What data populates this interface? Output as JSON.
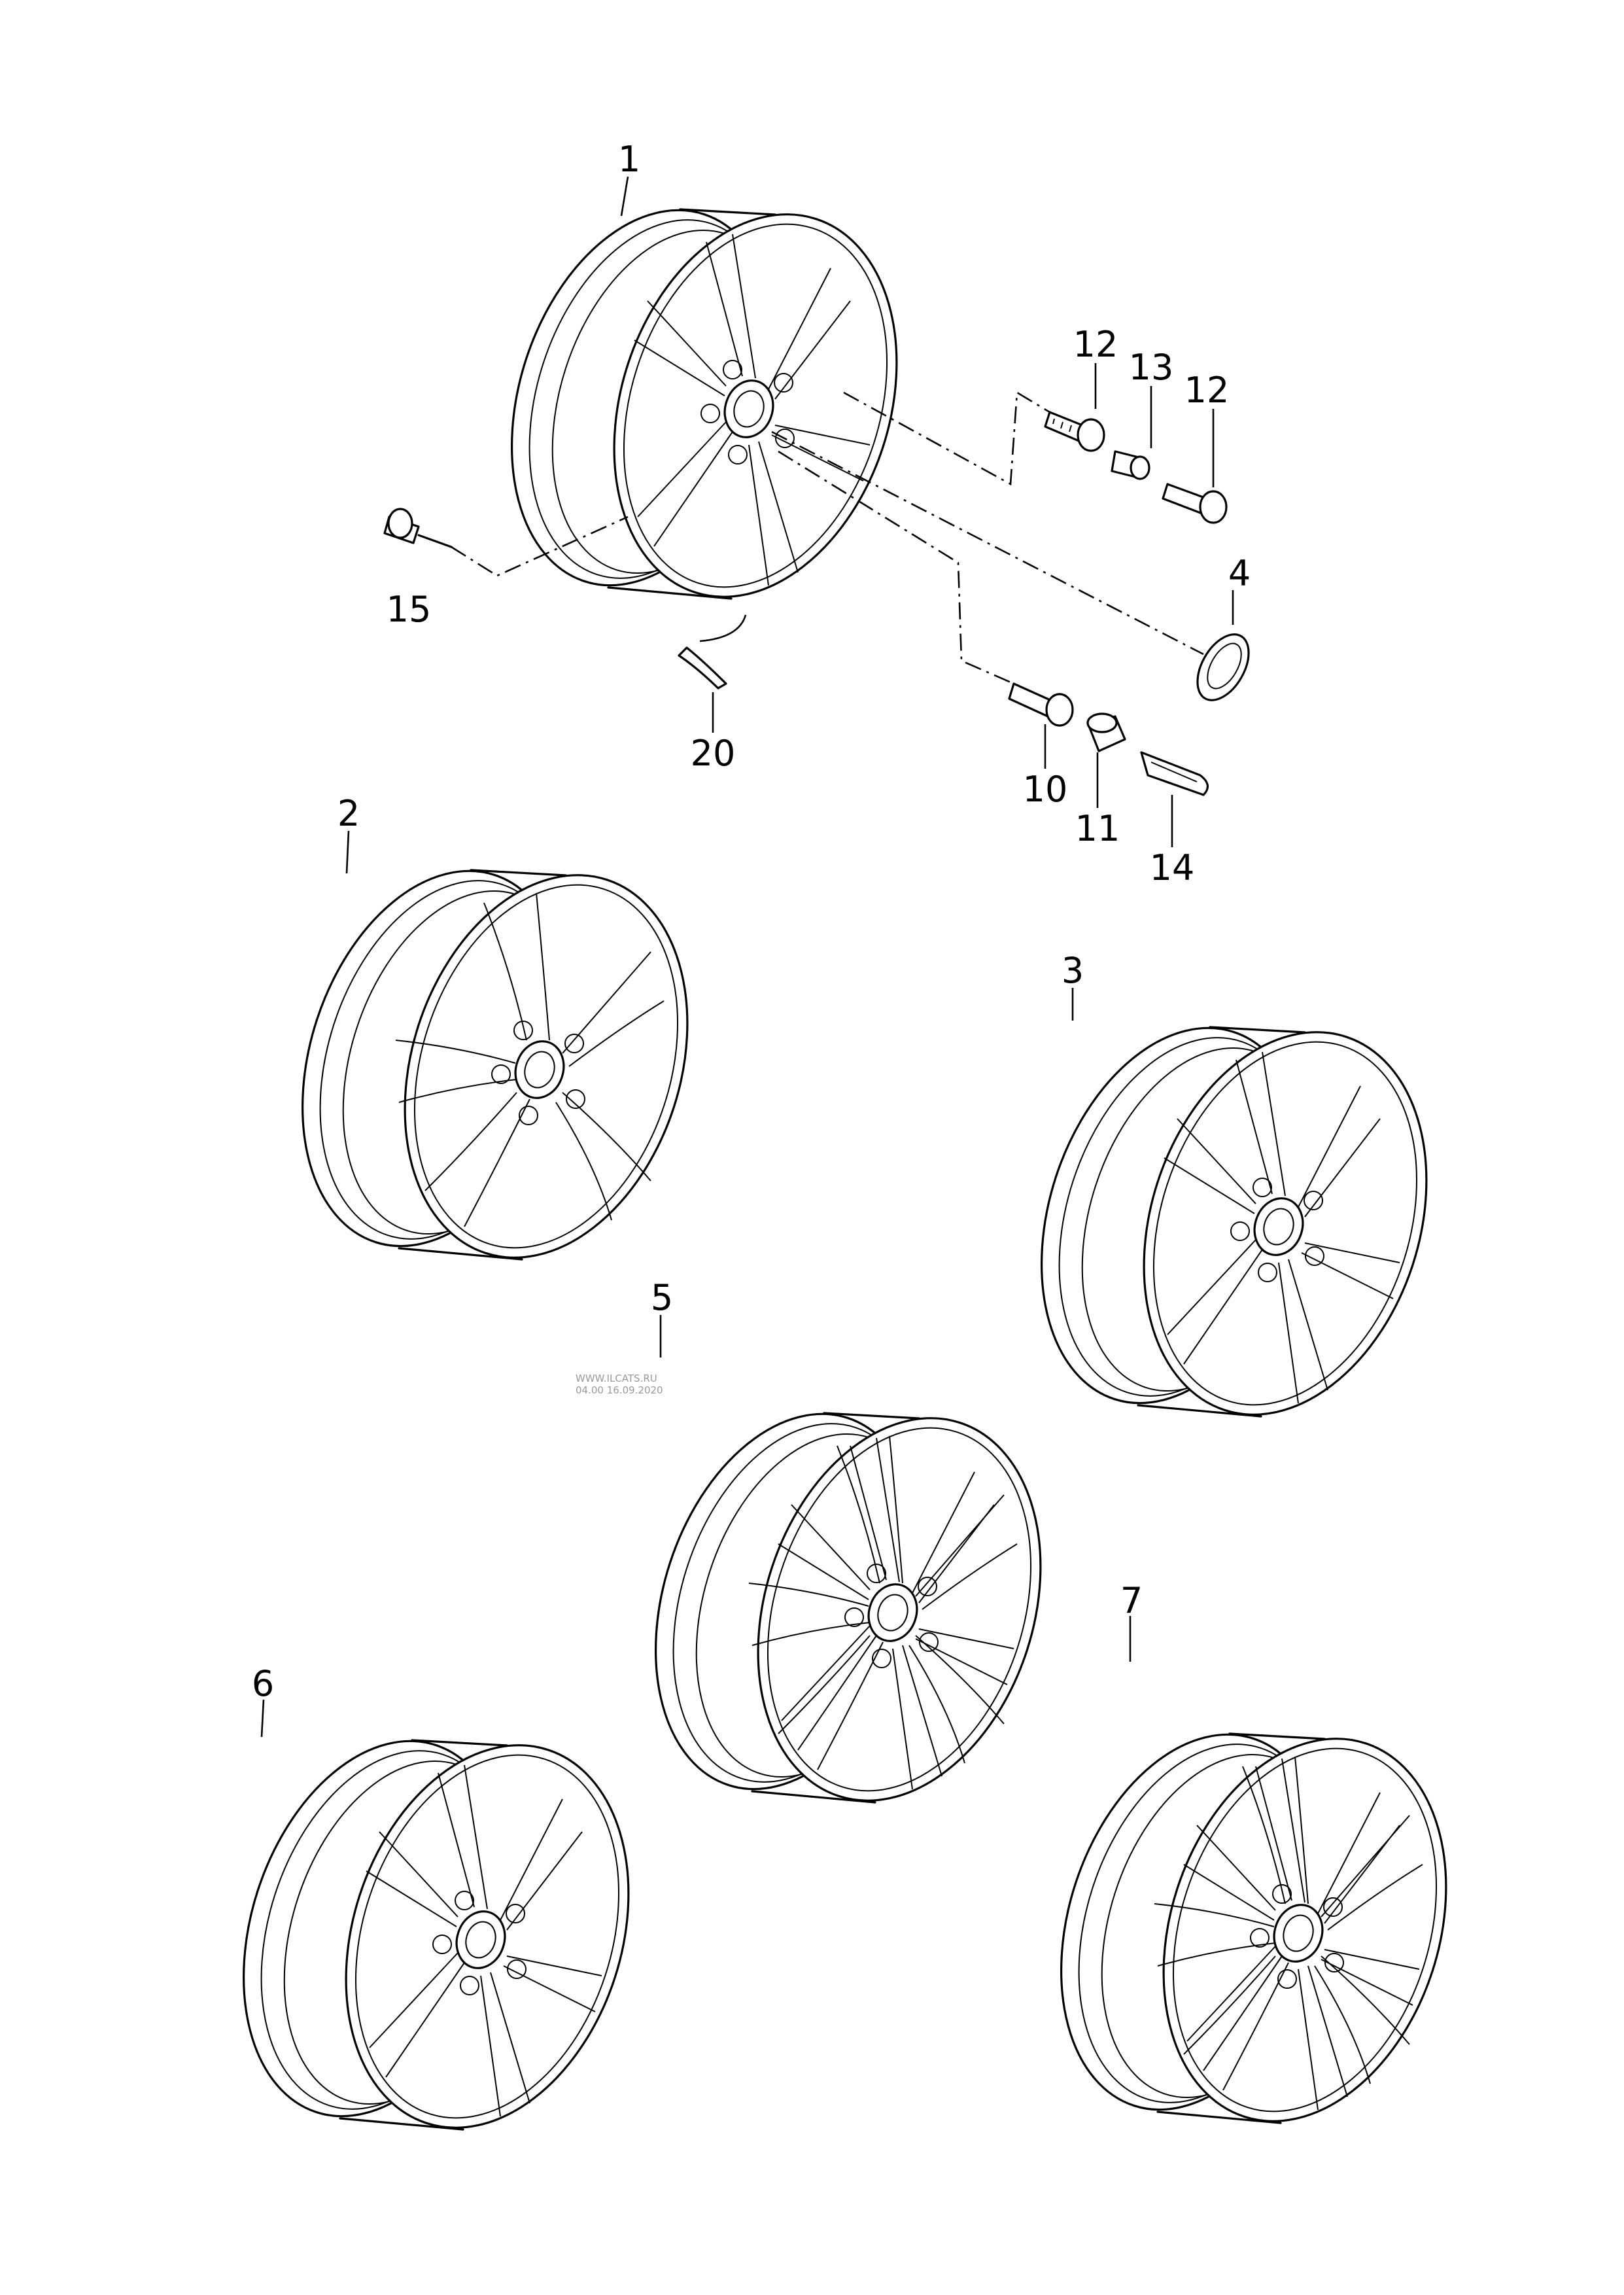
{
  "diagram": {
    "callouts": [
      {
        "id": "1",
        "text": "1"
      },
      {
        "id": "2",
        "text": "2"
      },
      {
        "id": "3",
        "text": "3"
      },
      {
        "id": "4",
        "text": "4"
      },
      {
        "id": "5",
        "text": "5"
      },
      {
        "id": "6",
        "text": "6"
      },
      {
        "id": "7",
        "text": "7"
      },
      {
        "id": "10",
        "text": "10"
      },
      {
        "id": "11",
        "text": "11"
      },
      {
        "id": "12a",
        "text": "12"
      },
      {
        "id": "12b",
        "text": "12"
      },
      {
        "id": "13",
        "text": "13"
      },
      {
        "id": "14",
        "text": "14"
      },
      {
        "id": "15",
        "text": "15"
      },
      {
        "id": "20",
        "text": "20"
      }
    ],
    "watermark": {
      "line1": "WWW.ILCATS.RU",
      "line2": "04.00 16.09.2020"
    }
  }
}
